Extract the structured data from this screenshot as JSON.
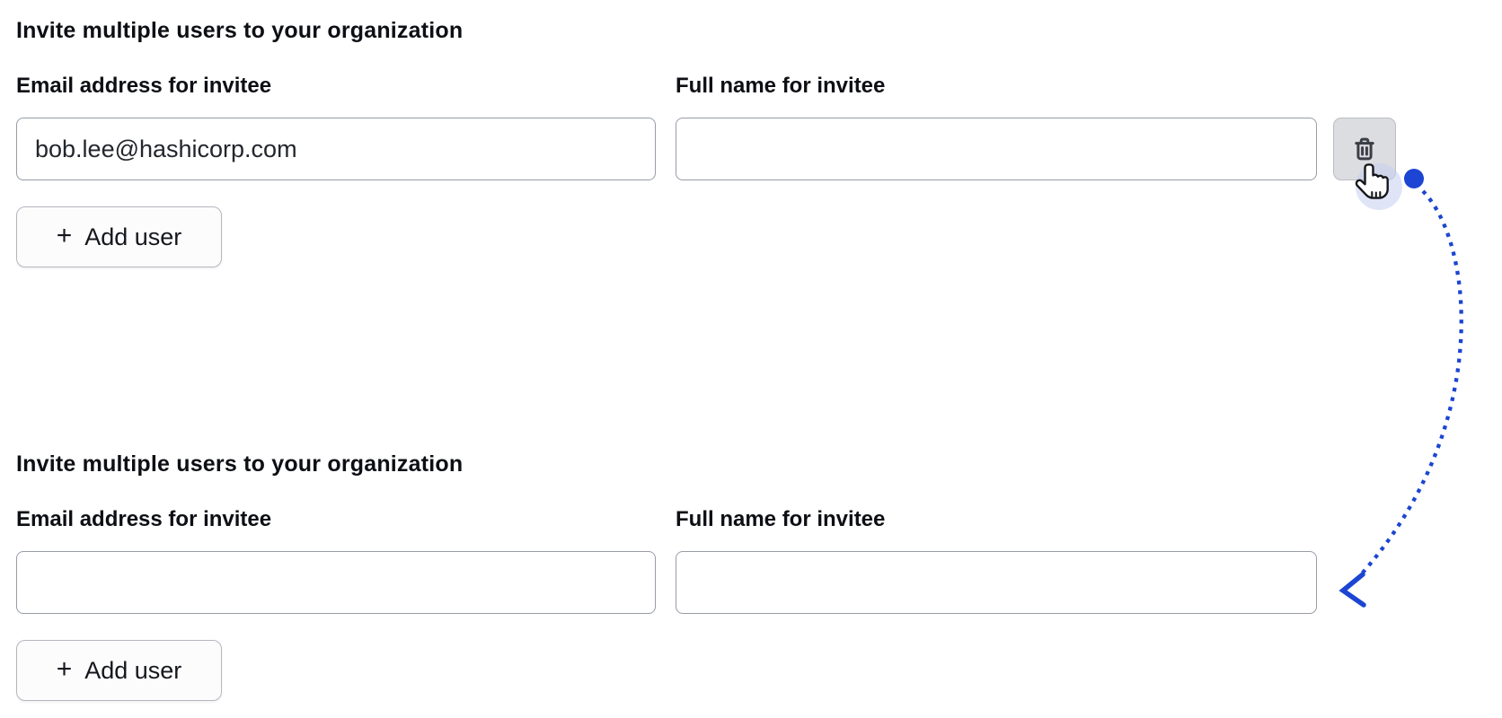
{
  "colors": {
    "accent_blue": "#1b45d2",
    "halo_lavender": "#c7cdf0",
    "input_border": "#979ca6",
    "button_bg": "#fcfcfd",
    "button_border": "#b3b7be",
    "trash_button_bg": "#dcdde1",
    "trash_button_border": "#bcbdc1",
    "icon_dark": "#3a3e46",
    "text_dark": "#0d0f14"
  },
  "icons": {
    "plus": "+",
    "delete": "trash-icon",
    "cursor": "hand-pointer-icon",
    "flow_arrow": "dotted-arrow-icon"
  },
  "forms": [
    {
      "heading": "Invite multiple users to your organization",
      "email_label": "Email address for invitee",
      "email_value": "bob.lee@hashicorp.com",
      "name_label": "Full name for invitee",
      "name_value": "",
      "add_user_label": "Add user"
    },
    {
      "heading": "Invite multiple users to your organization",
      "email_label": "Email address for invitee",
      "email_value": "",
      "name_label": "Full name for invitee",
      "name_value": "",
      "add_user_label": "Add user"
    }
  ]
}
